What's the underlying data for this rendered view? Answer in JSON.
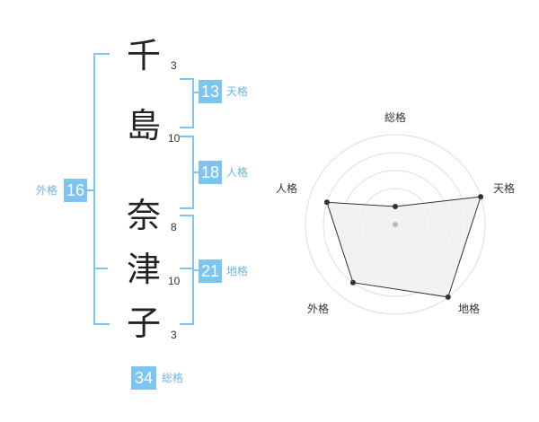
{
  "name": {
    "chars": [
      {
        "char": "千",
        "strokes": "3"
      },
      {
        "char": "島",
        "strokes": "10"
      },
      {
        "char": "奈",
        "strokes": "8"
      },
      {
        "char": "津",
        "strokes": "10"
      },
      {
        "char": "子",
        "strokes": "3"
      }
    ]
  },
  "fortunes": {
    "tenkaku": {
      "value": "13",
      "label": "天格"
    },
    "jinkaku": {
      "value": "18",
      "label": "人格"
    },
    "chikaku": {
      "value": "21",
      "label": "地格"
    },
    "gaikaku": {
      "value": "16",
      "label": "外格"
    },
    "soukaku": {
      "value": "34",
      "label": "総格"
    }
  },
  "colors": {
    "accent": "#7dc4ee",
    "accent_text": "#6fb5dc",
    "radar_fill": "#f0f0f0",
    "radar_line": "#333333",
    "grid": "#dddddd"
  },
  "chart_data": {
    "type": "radar",
    "axes": [
      "総格",
      "天格",
      "地格",
      "外格",
      "人格"
    ],
    "values": [
      1,
      5,
      5,
      4,
      4
    ],
    "max": 5,
    "rings": 5
  }
}
